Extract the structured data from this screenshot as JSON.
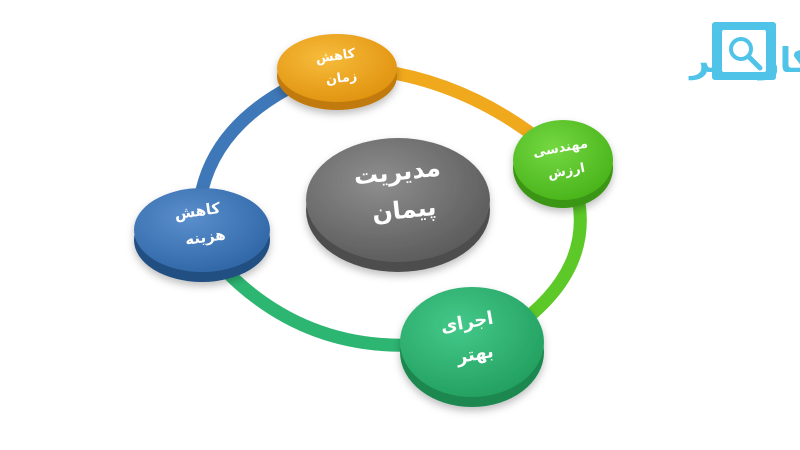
{
  "logo": {
    "text": "کاوشتر",
    "color": "#4fc3e8"
  },
  "center": {
    "line1": "مدیریت",
    "line2": "پیمان",
    "color": "#6e6e6e"
  },
  "nodes": {
    "time": {
      "line1": "کاهش",
      "line2": "زمان",
      "color": "#f0a81c"
    },
    "value": {
      "line1": "مهندسی",
      "line2": "ارزش",
      "color": "#5cc928"
    },
    "execution": {
      "line1": "اجرای",
      "line2": "بهتر",
      "color": "#2db672"
    },
    "cost": {
      "line1": "کاهش",
      "line2": "هزینه",
      "color": "#3f78b8"
    }
  },
  "ring_colors": {
    "time_value": "#f0a81c",
    "value_execution": "#5cc928",
    "execution_cost": "#2db672",
    "cost_time": "#3f78b8"
  }
}
